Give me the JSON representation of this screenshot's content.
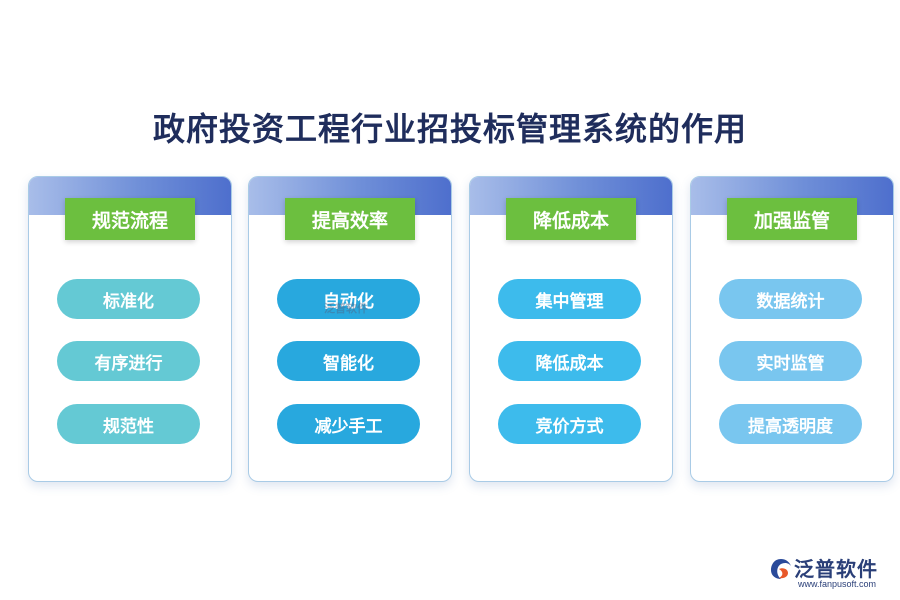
{
  "title": "政府投资工程行业招投标管理系统的作用",
  "cards": [
    {
      "label": "规范流程",
      "items": [
        "标准化",
        "有序进行",
        "规范性"
      ]
    },
    {
      "label": "提高效率",
      "items": [
        "自动化",
        "智能化",
        "减少手工"
      ]
    },
    {
      "label": "降低成本",
      "items": [
        "集中管理",
        "降低成本",
        "竞价方式"
      ]
    },
    {
      "label": "加强监管",
      "items": [
        "数据统计",
        "实时监管",
        "提高透明度"
      ]
    }
  ],
  "watermark": "泛普软件",
  "logo": {
    "name": "泛普软件",
    "url": "www.fanpusoft.com"
  },
  "colors": {
    "title": "#1f2d5c",
    "label_green": "#6cbf3f",
    "pill_col1": "#64c9d4",
    "pill_col2": "#28a8de",
    "pill_col3": "#3dbbec",
    "pill_col4": "#79c6ef"
  }
}
